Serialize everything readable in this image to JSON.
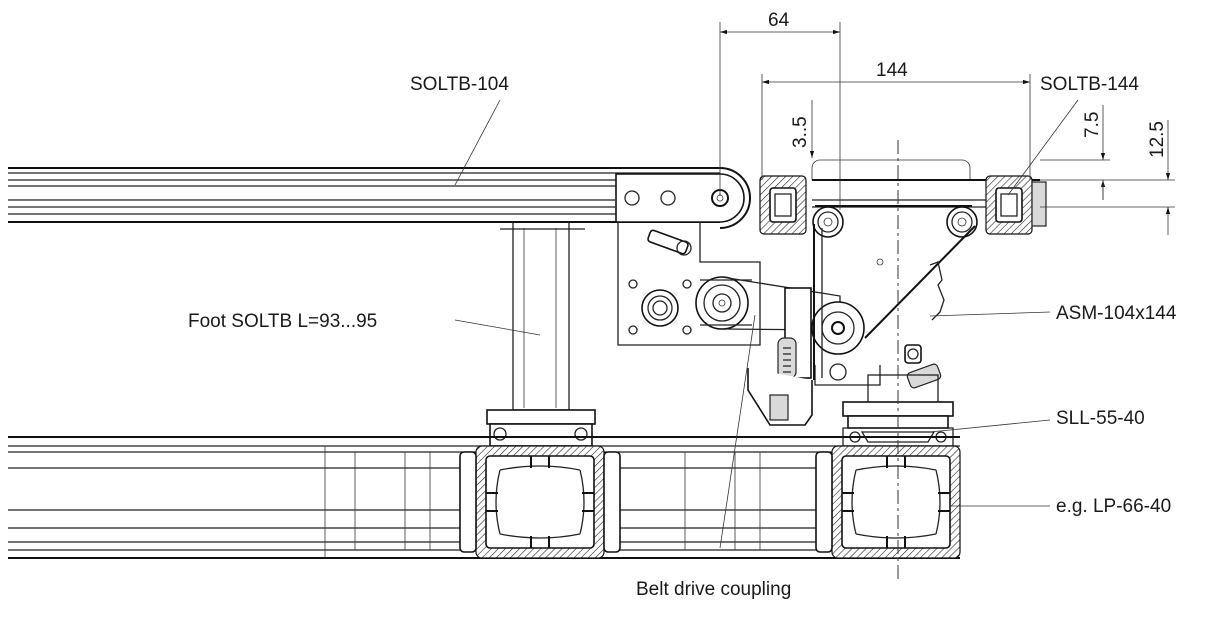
{
  "labels": {
    "soltb104": "SOLTB-104",
    "soltb144": "SOLTB-144",
    "foot": "Foot  SOLTB L=93...95",
    "asm": "ASM-104x144",
    "sll": "SLL-55-40",
    "lp": "e.g. LP-66-40",
    "coupling": "Belt drive coupling"
  },
  "dimensions": {
    "d64": "64",
    "d144": "144",
    "d35": "3..5",
    "d75": "7.5",
    "d125": "12.5"
  }
}
